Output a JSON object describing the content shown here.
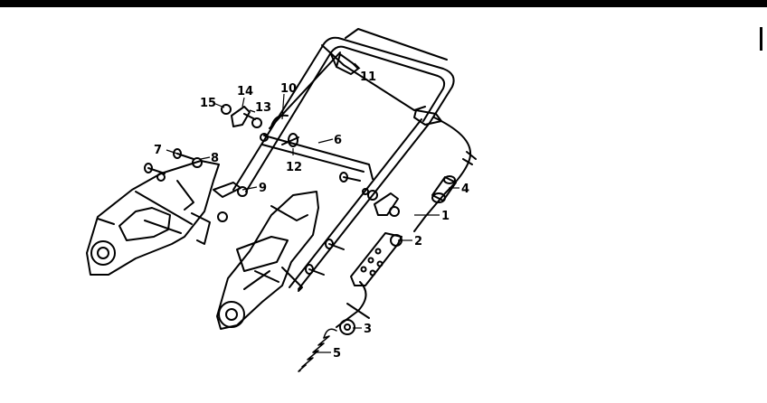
{
  "callouts": {
    "n1": "1",
    "n2": "2",
    "n3": "3",
    "n4": "4",
    "n5": "5",
    "n6": "6",
    "n7": "7",
    "n8": "8",
    "n9": "9",
    "n10": "10",
    "n11": "11",
    "n12": "12",
    "n13": "13",
    "n14": "14",
    "n15": "15"
  }
}
